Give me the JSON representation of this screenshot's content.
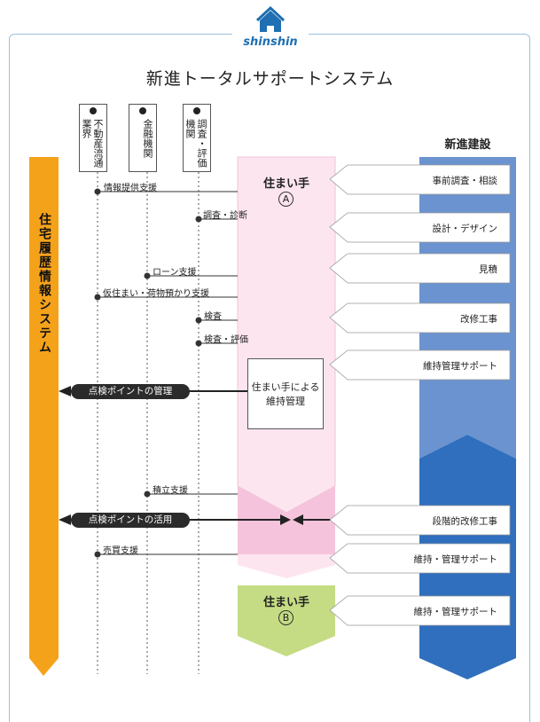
{
  "brand": {
    "name": "shinshin",
    "color": "#1f6fb2"
  },
  "title": "新進トータルサポートシステム",
  "parties": [
    {
      "label": "不動産流通業界"
    },
    {
      "label": "金融機関"
    },
    {
      "label": "調査・評価機関"
    }
  ],
  "left_system": "住宅履歴情報システム",
  "company": "新進建設",
  "resident_a": {
    "label": "住まい手",
    "mark": "A"
  },
  "resident_b": {
    "label": "住まい手",
    "mark": "B"
  },
  "maintenance_box": {
    "line1": "住まい手による",
    "line2": "維持管理"
  },
  "left_labels": {
    "info": "情報提供支援",
    "survey": "調査・診断",
    "loan": "ローン支援",
    "temp": "仮住まい・荷物預かり支援",
    "inspect": "検査",
    "inspect_eval": "検査・評価",
    "saving": "積立支援",
    "sale": "売買支援"
  },
  "pills": {
    "manage": "点検ポイントの管理",
    "use": "点検ポイントの活用"
  },
  "services": [
    "事前調査・相談",
    "設計・デザイン",
    "見積",
    "改修工事",
    "維持管理サポート",
    "段階的改修工事",
    "維持・管理サポート",
    "維持・管理サポート"
  ],
  "colors": {
    "orange": "#f5a21b",
    "pink_light": "#fde5ef",
    "pink_mid": "#f6c3dc",
    "green": "#c5dc84",
    "blue_light": "#6b93cf",
    "blue_dark": "#2f6fbd",
    "frame": "#9cc2de"
  }
}
